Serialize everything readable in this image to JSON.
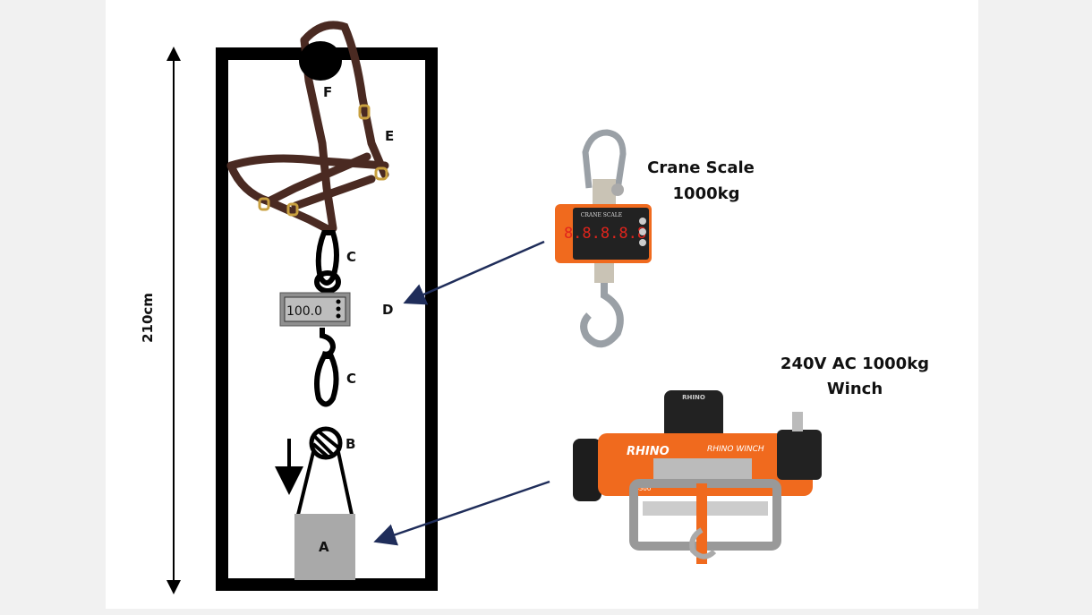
{
  "diagram": {
    "height_label": "210cm",
    "scale_reading": "100.0",
    "labels": {
      "A": "A",
      "B": "B",
      "C1": "C",
      "C2": "C",
      "D": "D",
      "E": "E",
      "F": "F"
    },
    "crane_scale": {
      "line1": "Crane Scale",
      "line2": "1000kg",
      "device_text": "CRANE SCALE",
      "display": "8.8.8.8.8"
    },
    "winch": {
      "line1": "240V AC 1000kg",
      "line2": "Winch",
      "brand": "RHINO",
      "brand2": "RHINO WINCH",
      "model": "13500"
    },
    "colors": {
      "arrow": "#1f2d5a",
      "frame": "#000000",
      "halter": "#4a2a22",
      "orange": "#f06a1e",
      "block": "#a9a9a9"
    }
  }
}
